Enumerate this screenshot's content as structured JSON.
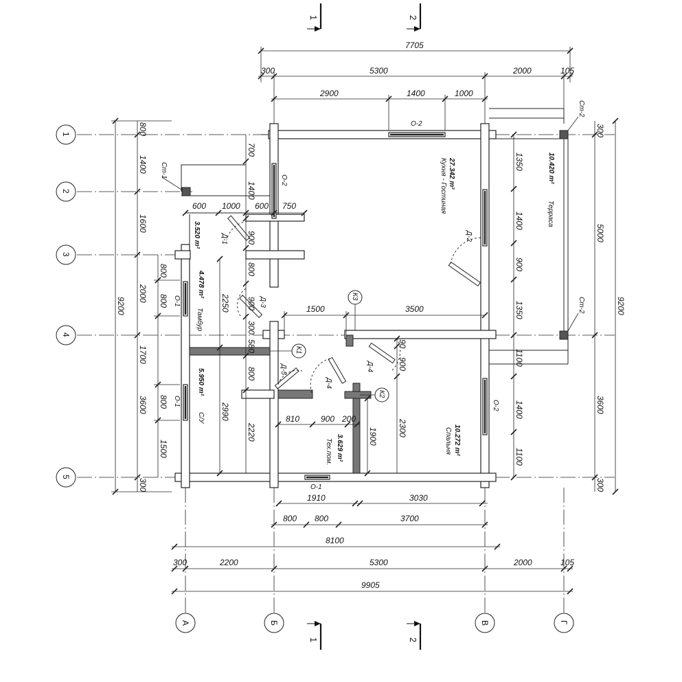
{
  "axes_rows": [
    "1",
    "2",
    "3",
    "4",
    "5"
  ],
  "axes_cols": [
    "А",
    "Б",
    "В",
    "Г"
  ],
  "sections": {
    "s1": "1",
    "s2": "2"
  },
  "dims": {
    "total_top": "7705",
    "top_a": "300",
    "top_b": "5300",
    "top_c": "2000",
    "top_d": "105",
    "top2_a": "2900",
    "top2_b": "1400",
    "top2_c": "1000",
    "left_1": "800",
    "left_2": "1400",
    "left_3": "1600",
    "left_4": "800",
    "left_5": "2000",
    "left_6": "800",
    "left_7": "1700",
    "left_8": "3600",
    "left_9": "800",
    "left_10": "1500",
    "left_11": "300",
    "left_total": "9200",
    "in_700": "700",
    "in_1400": "1400",
    "in_900a": "900",
    "in_800a": "800",
    "in_2250": "2250",
    "in_900b": "900",
    "in_300": "300",
    "in_580": "580",
    "in_800b": "800",
    "in_2990": "2990",
    "in_2220": "2220",
    "r_600a": "600",
    "r_1000": "1000",
    "r_600b": "600",
    "r_750": "750",
    "mid_1500": "1500",
    "mid_3500": "3500",
    "k_90": "90",
    "k_900": "900",
    "b_810": "810",
    "b_900": "900",
    "b_200": "200",
    "b_1900": "1900",
    "b_2300": "2300",
    "right_1350a": "1350",
    "right_1400a": "1400",
    "right_900": "900",
    "right_1350b": "1350",
    "right_1100a": "1100",
    "right_1400b": "1400",
    "right_1100b": "1100",
    "far_300a": "300",
    "far_5000": "5000",
    "far_3600": "3600",
    "far_300b": "300",
    "far_total": "9200",
    "bot_1910": "1910",
    "bot_3030": "3030",
    "bot_800a": "800",
    "bot_800b": "800",
    "bot_3700": "3700",
    "bot_8100": "8100",
    "bot_300": "300",
    "bot_2200": "2200",
    "bot_5300": "5300",
    "bot_2000": "2000",
    "bot_105": "105",
    "bot_9905": "9905"
  },
  "rooms": {
    "kitchen_area": "27.342 m²",
    "kitchen_name": "Кухня - Гостиная",
    "terrace_area": "10.420 m²",
    "terrace_name": "Терраса",
    "tambur_area": "4.478 m²",
    "tambur_name": "Тамбур",
    "small_area": "3.520 m²",
    "su_area": "5.950 m²",
    "su_name": "С/У",
    "tech_area": "3.629 m²",
    "tech_name": "Тех.пом.",
    "bed_area": "10.272 m²",
    "bed_name": "Спальня"
  },
  "marks": {
    "o2_top": "О-2",
    "o2_left": "О-2",
    "o2_right": "О-2",
    "o1_a": "О-1",
    "o1_b": "О-1",
    "o1_bot": "О-1",
    "d1": "Д-1",
    "d2": "Д-2",
    "d3": "Д-3",
    "d4a": "Д-4",
    "d4b": "Д-4",
    "d5": "Д-5",
    "st1": "Ст-1",
    "st2a": "Ст-2",
    "st2b": "Ст-2",
    "k1": "К1",
    "k2": "К2",
    "k3": "К3"
  }
}
